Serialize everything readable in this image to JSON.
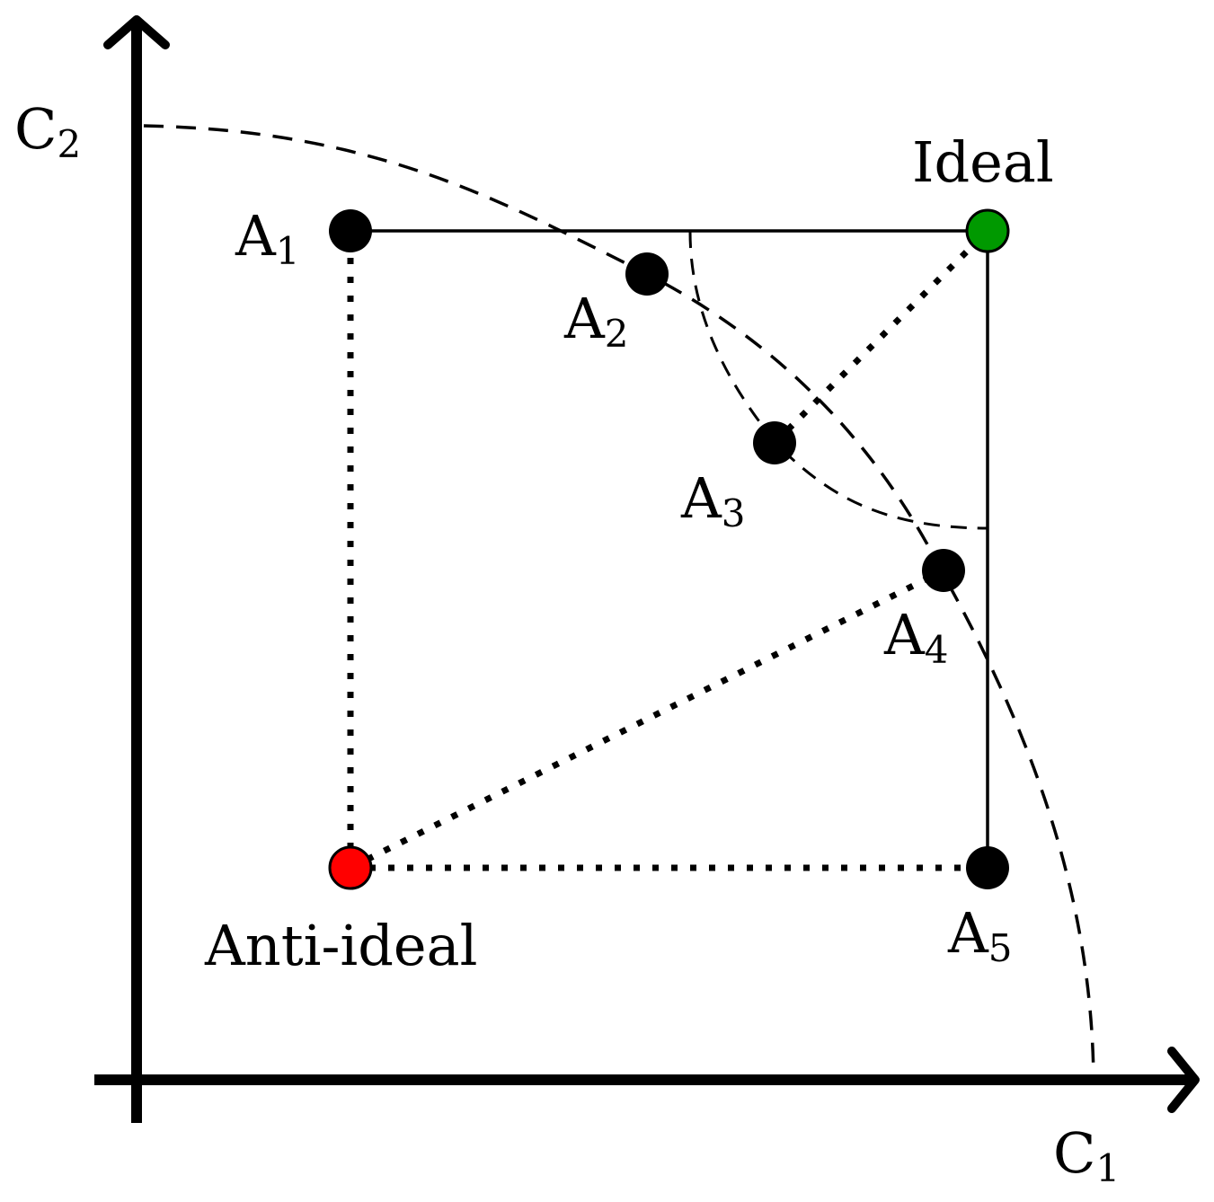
{
  "axes": {
    "x_label": {
      "main": "C",
      "sub": "1"
    },
    "y_label": {
      "main": "C",
      "sub": "2"
    }
  },
  "points": [
    {
      "id": "A1",
      "main": "A",
      "sub": "1",
      "color": "#000000"
    },
    {
      "id": "A2",
      "main": "A",
      "sub": "2",
      "color": "#000000"
    },
    {
      "id": "A3",
      "main": "A",
      "sub": "3",
      "color": "#000000"
    },
    {
      "id": "A4",
      "main": "A",
      "sub": "4",
      "color": "#000000"
    },
    {
      "id": "A5",
      "main": "A",
      "sub": "5",
      "color": "#000000"
    },
    {
      "id": "ideal",
      "label": "Ideal",
      "color": "#009900"
    },
    {
      "id": "anti-ideal",
      "label": "Anti-ideal",
      "color": "#ff0000"
    }
  ]
}
